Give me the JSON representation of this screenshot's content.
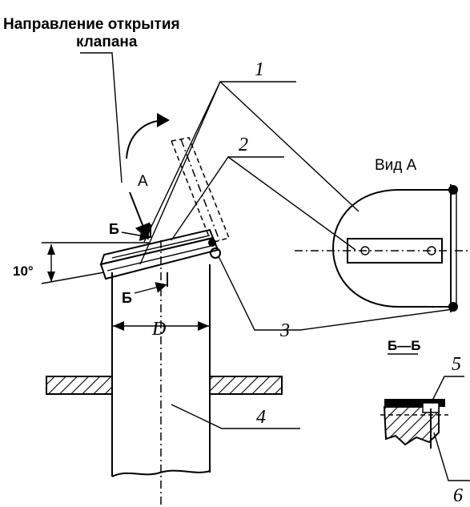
{
  "caption": {
    "line1": "Направление открытия",
    "line2": "клапана"
  },
  "labels": {
    "view_a_arrow": "А",
    "section_b_top": "Б",
    "section_b_bottom": "Б",
    "angle": "10°",
    "diameter": "D",
    "view_a_title": "Вид А",
    "section_title": "Б—Б"
  },
  "callouts": [
    "1",
    "2",
    "3",
    "4",
    "5",
    "6"
  ]
}
